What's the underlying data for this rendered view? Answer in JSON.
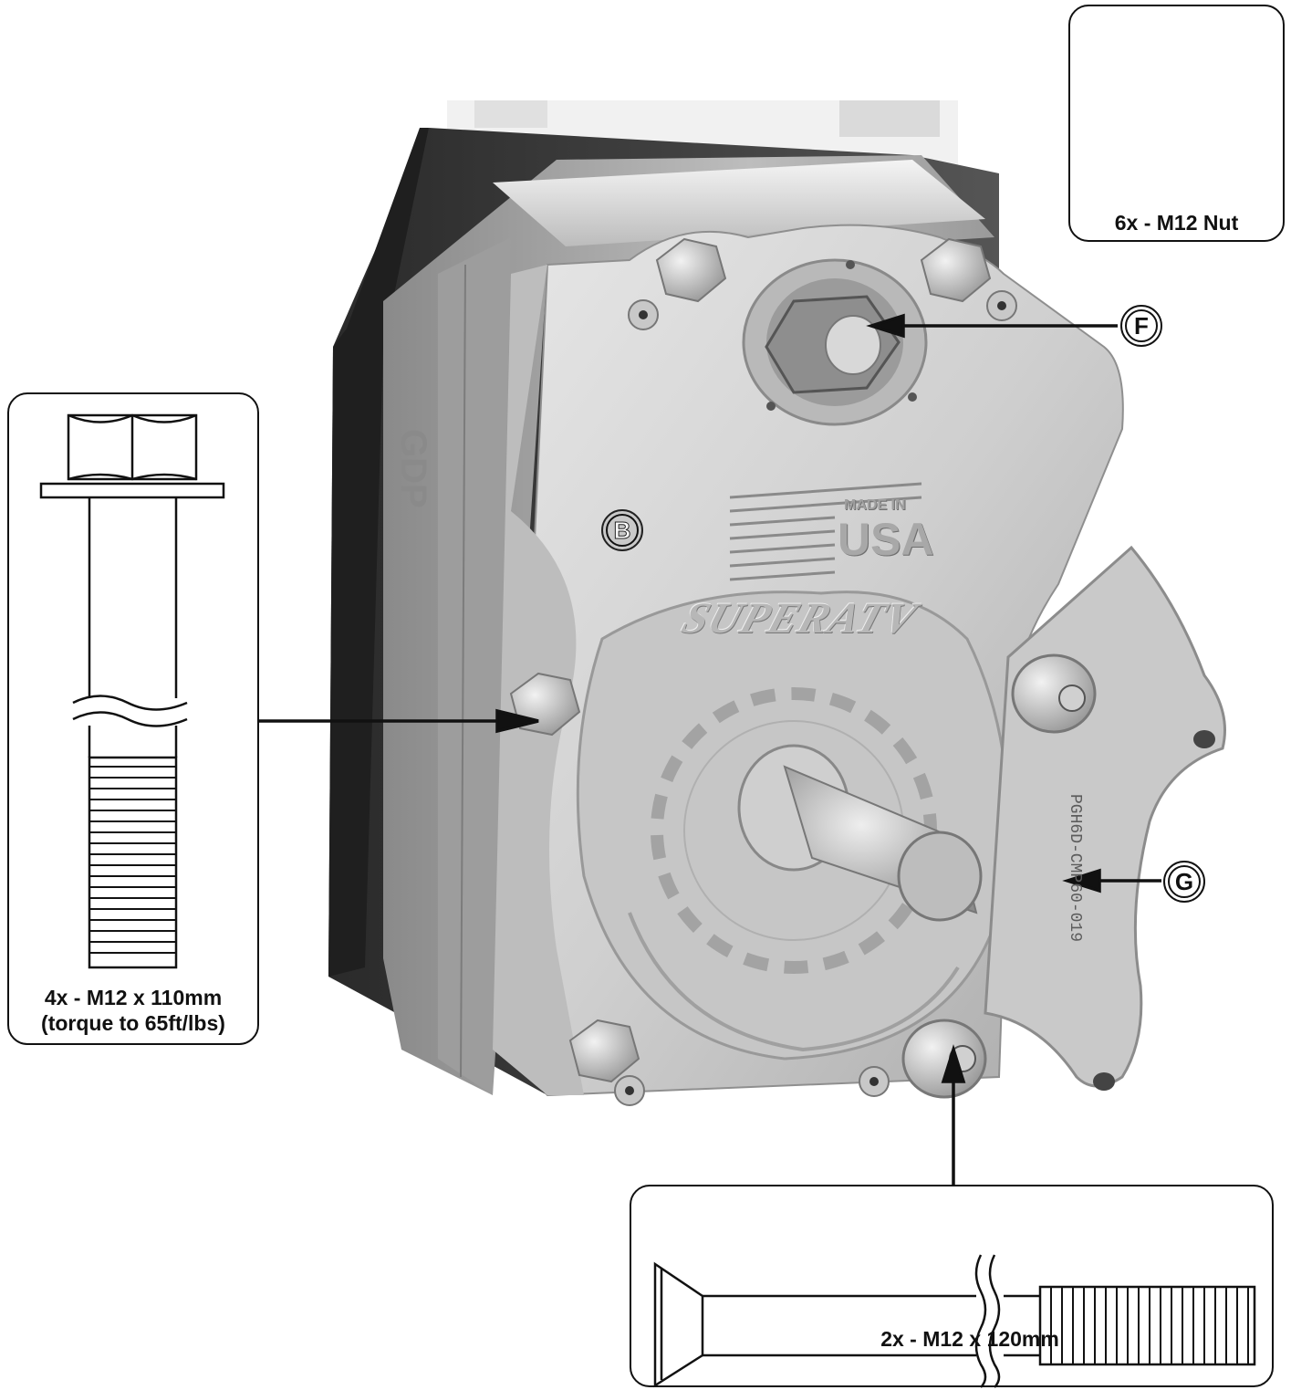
{
  "callouts": {
    "nut": "6x - M12 Nut",
    "bolt_110_line1": "4x - M12 x 110mm",
    "bolt_110_line2": "(torque to 65ft/lbs)",
    "bolt_120": "2x - M12 x 120mm"
  },
  "labels": {
    "f": "F",
    "g": "G",
    "b": "B"
  },
  "part_markings": {
    "bracket_part_number": "PGH6D-CMP60-019",
    "made_in_line1": "MADE IN",
    "made_in_line2": "USA",
    "brand": "SUPERATV",
    "side_logo": "GDP"
  },
  "colors": {
    "outline": "#111111",
    "metal_light": "#d8d8d8",
    "metal_mid": "#b5b5b5",
    "metal_dark": "#6e6e6e",
    "housing_dark": "#3a3a3a"
  },
  "icons": {
    "nut_view": "hex-nut-top-icon",
    "flange_bolt": "flange-bolt-icon",
    "countersunk_bolt": "countersunk-bolt-icon"
  }
}
